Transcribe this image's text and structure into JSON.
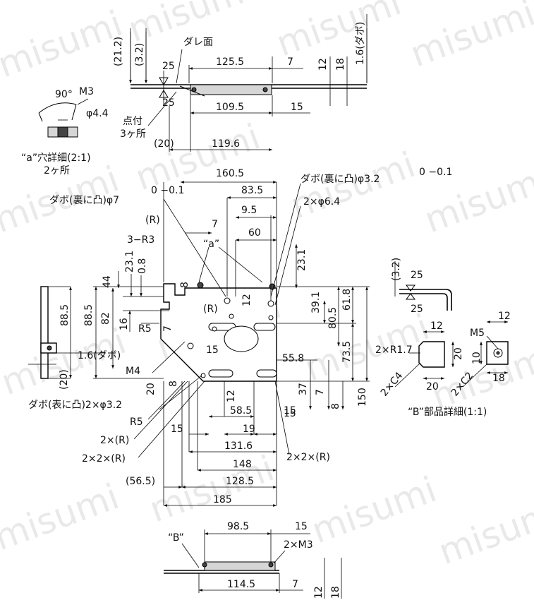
{
  "watermark": "misumi",
  "top_view": {
    "dims": [
      "(21.2)",
      "(3.2)",
      "125.5",
      "7",
      "12",
      "18",
      "1.6(ダボ)",
      "109.5",
      "15",
      "(20)",
      "119.6",
      "25",
      "25"
    ],
    "notes": [
      "ダレ面",
      "点付",
      "3ヶ所"
    ]
  },
  "detail_a": {
    "angle": "90°",
    "thread": "M3",
    "dia": "φ4.4",
    "caption1": "“a”穴詳細(2:1)",
    "caption2": "2ヶ所"
  },
  "main_view": {
    "dims_top": [
      "160.5",
      "83.5",
      "9.5",
      "7",
      "60",
      "23.1"
    ],
    "dims_left": [
      "44",
      "23.1",
      "0.8",
      "88.5",
      "82",
      "16",
      "(R)",
      "R5",
      "3−R3",
      "(R)",
      "7",
      "8",
      "20",
      "8",
      "15",
      "12"
    ],
    "dims_right": [
      "39.1",
      "80.5",
      "61.8",
      "73.5",
      "55.8",
      "37",
      "7",
      "8",
      "150",
      "15"
    ],
    "dims_bottom": [
      "12",
      "58.5",
      "15",
      "19",
      "15",
      "131.6",
      "148",
      "128.5",
      "(56.5)",
      "185"
    ],
    "side_dims": [
      "88.5",
      "1.6(ダボ)",
      "(20)"
    ],
    "labels": {
      "dabo_back_7": "ダボ(裏に凸)φ7",
      "dabo_back_7_tol": "0\n−0.1",
      "dabo_back_32": "ダボ(裏に凸)φ3.2",
      "dabo_back_32_tol": "0\n−0.1",
      "hole_64": "2×φ6.4",
      "a_mark": "“a”",
      "m4": "M4",
      "dabo_front": "ダボ(表に凸)2×φ3.2",
      "r5": "R5",
      "r2": "2×(R)",
      "r22": "2×2×(R)",
      "r22b": "2×2×(R)"
    }
  },
  "detail_b": {
    "dims": [
      "(3.2)",
      "25",
      "25",
      "12",
      "12",
      "M5",
      "20",
      "10",
      "20",
      "18"
    ],
    "r17": "2×R1.7",
    "c4": "2×C4",
    "c2": "2×C2",
    "caption": "“B”部品詳細(1:1)"
  },
  "bottom_view": {
    "b_mark": "“B”",
    "dims": [
      "98.5",
      "15",
      "2×M3",
      "114.5",
      "7",
      "12",
      "18"
    ]
  }
}
